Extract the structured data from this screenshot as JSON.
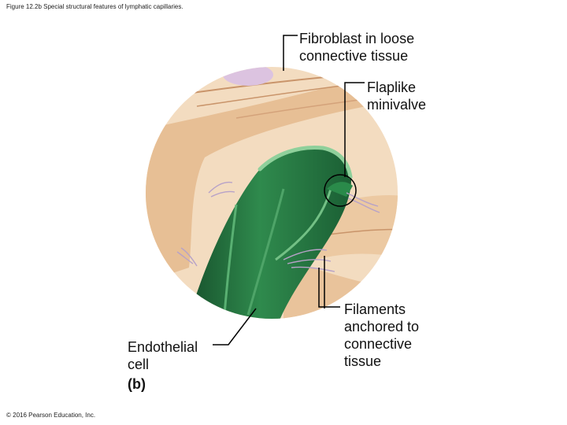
{
  "figure_title": "Figure 12.2b Special structural features of lymphatic capillaries.",
  "labels": {
    "fibroblast": [
      "Fibroblast in loose",
      "connective tissue"
    ],
    "minivalve": [
      "Flaplike",
      "minivalve"
    ],
    "filaments": [
      "Filaments",
      "anchored to",
      "connective",
      "tissue"
    ],
    "endothelial": [
      "Endothelial",
      "cell"
    ]
  },
  "panel_label": "(b)",
  "copyright": "© 2016 Pearson Education, Inc.",
  "colors": {
    "tissue": "#f2d8b8",
    "fiber": "#d9b08a",
    "fibroblast": "#d9c4e0",
    "capillary_dark": "#1f6b3a",
    "capillary_mid": "#3f9a5c",
    "capillary_light": "#8fcf9a",
    "filament": "#b9a6c9",
    "leader": "#000000"
  }
}
